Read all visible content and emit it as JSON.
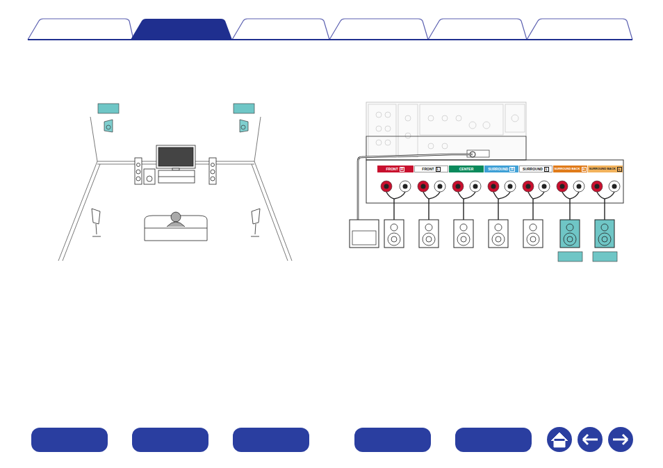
{
  "diagram": {
    "nodes": [
      {
        "text": [
          "FRONT",
          "R"
        ]
      },
      {
        "text": [
          "FRONT",
          "L"
        ]
      },
      {
        "text": [
          "CENTER"
        ]
      },
      {
        "text": [
          "SURROUND",
          "R"
        ]
      },
      {
        "text": [
          "SURROUND",
          "L"
        ]
      },
      {
        "text": [
          "SURROUND BACK",
          "R"
        ]
      },
      {
        "text": [
          "SURROUND BACK",
          "L"
        ]
      }
    ],
    "edges": []
  }
}
